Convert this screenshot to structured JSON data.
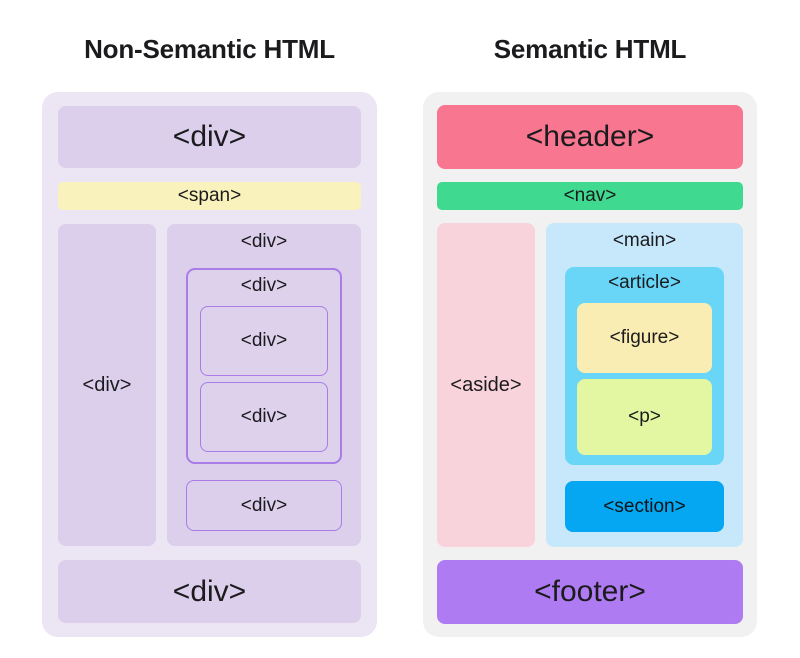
{
  "left_panel": {
    "title": "Non-Semantic HTML",
    "top_div": "<div>",
    "span": "<span>",
    "sidebar_div": "<div>",
    "content_div": "<div>",
    "nested_div": "<div>",
    "inner_div_1": "<div>",
    "inner_div_2": "<div>",
    "single_div": "<div>",
    "bottom_div": "<div>",
    "colors": {
      "panel": "#ebe5f4",
      "block": "#dbcfeb",
      "span": "#faf2bc",
      "nested_border": "#a97ce8"
    }
  },
  "right_panel": {
    "title": "Semantic HTML",
    "header": "<header>",
    "nav": "<nav>",
    "aside": "<aside>",
    "main": "<main>",
    "article": "<article>",
    "figure": "<figure>",
    "p": "<p>",
    "section": "<section>",
    "footer": "<footer>",
    "colors": {
      "panel": "#f2f1f2",
      "header": "#f8768f",
      "nav": "#3fd98f",
      "aside": "#f9d3dc",
      "main": "#c7e7fb",
      "article": "#69d6f8",
      "figure": "#faedb3",
      "p": "#e3f6a2",
      "section": "#05a7f2",
      "footer": "#af7bf3"
    }
  }
}
